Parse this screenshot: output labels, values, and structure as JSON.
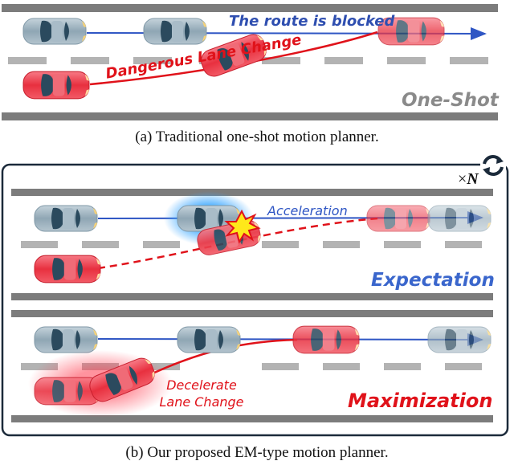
{
  "panel_a": {
    "caption": "(a) Traditional one-shot motion planner.",
    "route_label": "The route is blocked",
    "danger_label": "Dangerous Lane Change",
    "method_label": "One-Shot"
  },
  "panel_b": {
    "caption": "(b) Our proposed EM-type motion planner.",
    "iteration_label": "×",
    "iteration_symbol": "N",
    "acceleration_label": "Acceleration",
    "expectation_label": "Expectation",
    "decelerate_label": "Decelerate Lane Change",
    "maximization_label": "Maximization"
  },
  "colors": {
    "ego_car": "#ef4352",
    "other_car": "#9fb6c3",
    "route_blue": "#2f56c4",
    "danger_red": "#e0121a",
    "road": "#7c7c7c",
    "lane_dash": "#b3b3b3"
  }
}
